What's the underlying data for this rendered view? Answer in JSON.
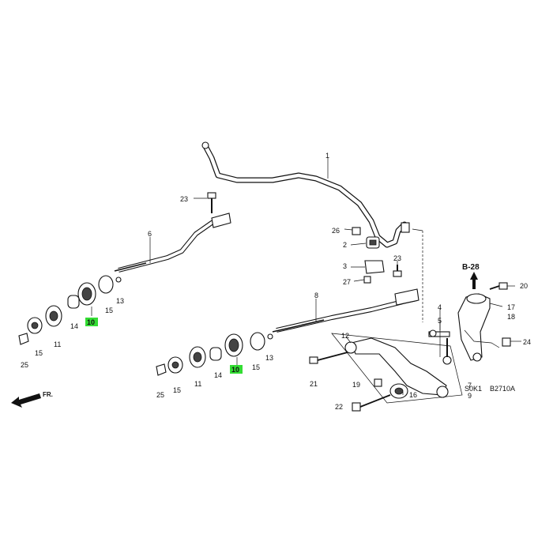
{
  "diagram": {
    "ref_label": "B-28",
    "direction_label": "FR.",
    "code_left": "S0K1",
    "code_right": "B2710A",
    "highlight_color": "#33dd33",
    "callouts": {
      "c1": "1",
      "c2": "2",
      "c3": "3",
      "c4": "4",
      "c5": "5",
      "c6": "6",
      "c7": "7",
      "c8": "8",
      "c9": "9",
      "c10a": "10",
      "c10b": "10",
      "c11a": "11",
      "c11b": "11",
      "c12": "12",
      "c13a": "13",
      "c13b": "13",
      "c14a": "14",
      "c14b": "14",
      "c15a": "15",
      "c15b": "15",
      "c15c": "15",
      "c15d": "15",
      "c16": "16",
      "c17": "17",
      "c18": "18",
      "c19": "19",
      "c20": "20",
      "c21": "21",
      "c22": "22",
      "c23a": "23",
      "c23b": "23",
      "c24": "24",
      "c25a": "25",
      "c25b": "25",
      "c26": "26",
      "c27": "27"
    }
  }
}
